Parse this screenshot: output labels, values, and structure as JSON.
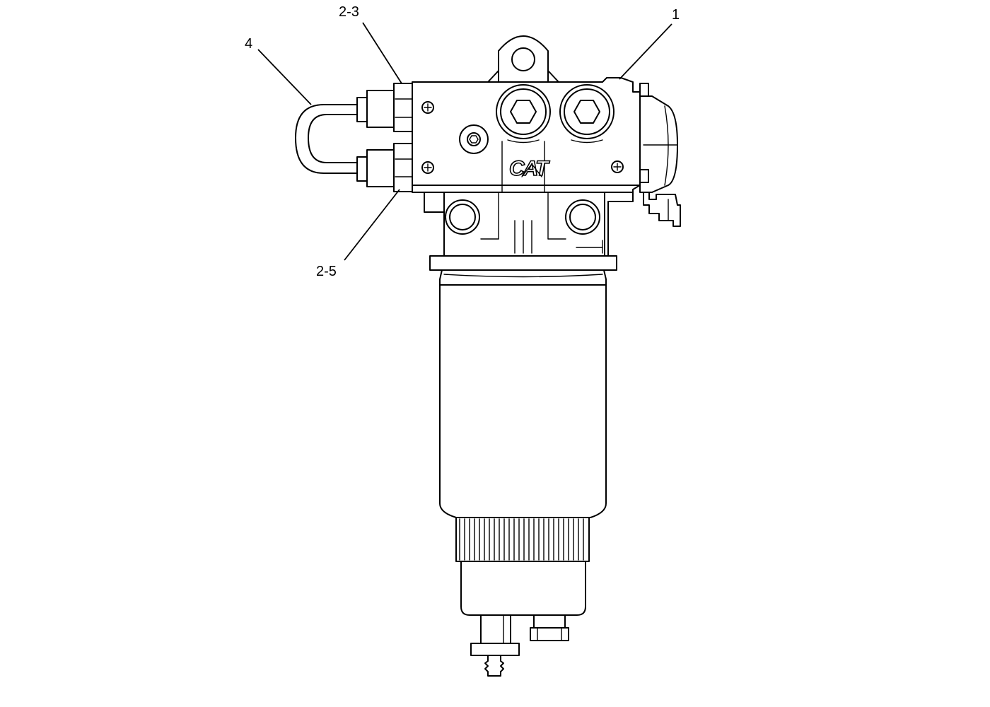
{
  "callouts": [
    {
      "id": "c1",
      "label": "1"
    },
    {
      "id": "c23",
      "label": "2-3"
    },
    {
      "id": "c25",
      "label": "2-5"
    },
    {
      "id": "c4",
      "label": "4"
    }
  ],
  "logo": {
    "text": "CAT"
  }
}
